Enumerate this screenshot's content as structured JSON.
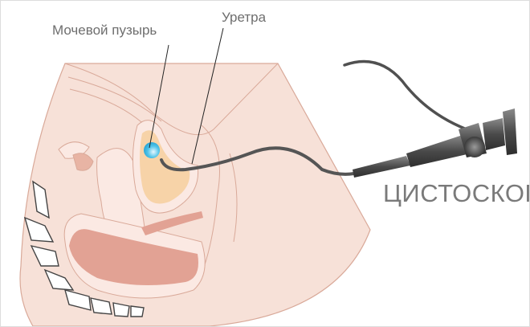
{
  "labels": {
    "bladder": "Мочевой пузырь",
    "urethra": "Уретра",
    "cystoscope": "ЦИСТОСКОП"
  },
  "colors": {
    "skin": "#f7e1d8",
    "outline": "#d9a999",
    "bladder": "#f7d3a8",
    "muscle": "#e2a294",
    "fluid": "#4fc3e8",
    "instrument": "#555555"
  }
}
